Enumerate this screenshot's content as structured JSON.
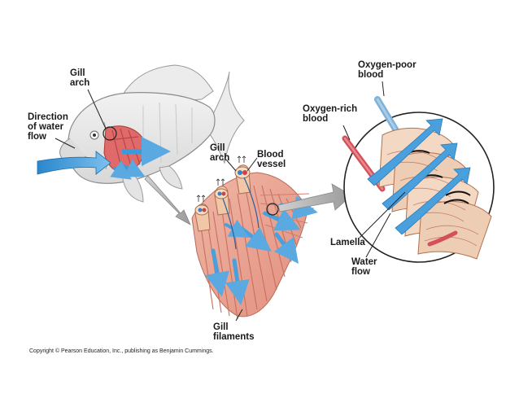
{
  "labels": {
    "gill_arch_fish": "Gill\narch",
    "direction_of_water_flow": "Direction\nof water\nflow",
    "gill_arch_filaments": "Gill\narch",
    "blood_vessel": "Blood\nvessel",
    "gill_filaments": "Gill\nfilaments",
    "oxygen_poor_blood": "Oxygen-poor\nblood",
    "oxygen_rich_blood": "Oxygen-rich\nblood",
    "lamella": "Lamella",
    "water_flow": "Water\nflow"
  },
  "copyright": "Copyright © Pearson Education, Inc., publishing as Benjamin Cummings.",
  "colors": {
    "water_arrow": "#3d9ad8",
    "gill_red": "#d9575a",
    "filament_pink": "#e9a08f",
    "oxygen_poor": "#7fb2d8",
    "oxygen_rich": "#d4505a",
    "pointer_gray": "#a8a8a8"
  }
}
